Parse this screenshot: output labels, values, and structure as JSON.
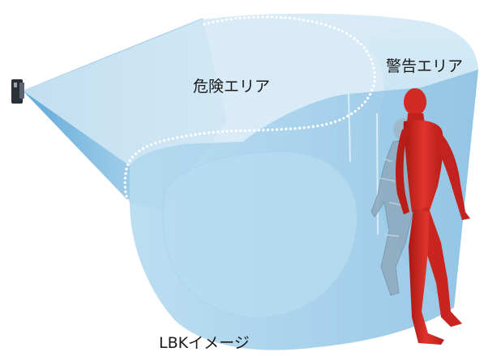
{
  "labels": {
    "danger_area": "危険エリア",
    "warning_area": "警告エリア",
    "caption": "LBKイメージ"
  },
  "colors": {
    "zone_light": "#cfe6f4",
    "zone_mid": "#9fcae6",
    "zone_dark": "#5aa7d6",
    "zone_edge": "#86bedf",
    "boundary_dots": "#ffffff",
    "person_red": "#d42a25",
    "person_ghost": "#8fa9bd",
    "sensor": "#2b2f36"
  },
  "icons": {
    "sensor": "radar-sensor-icon",
    "person": "walking-person-figure",
    "ghost": "walking-person-silhouette"
  }
}
